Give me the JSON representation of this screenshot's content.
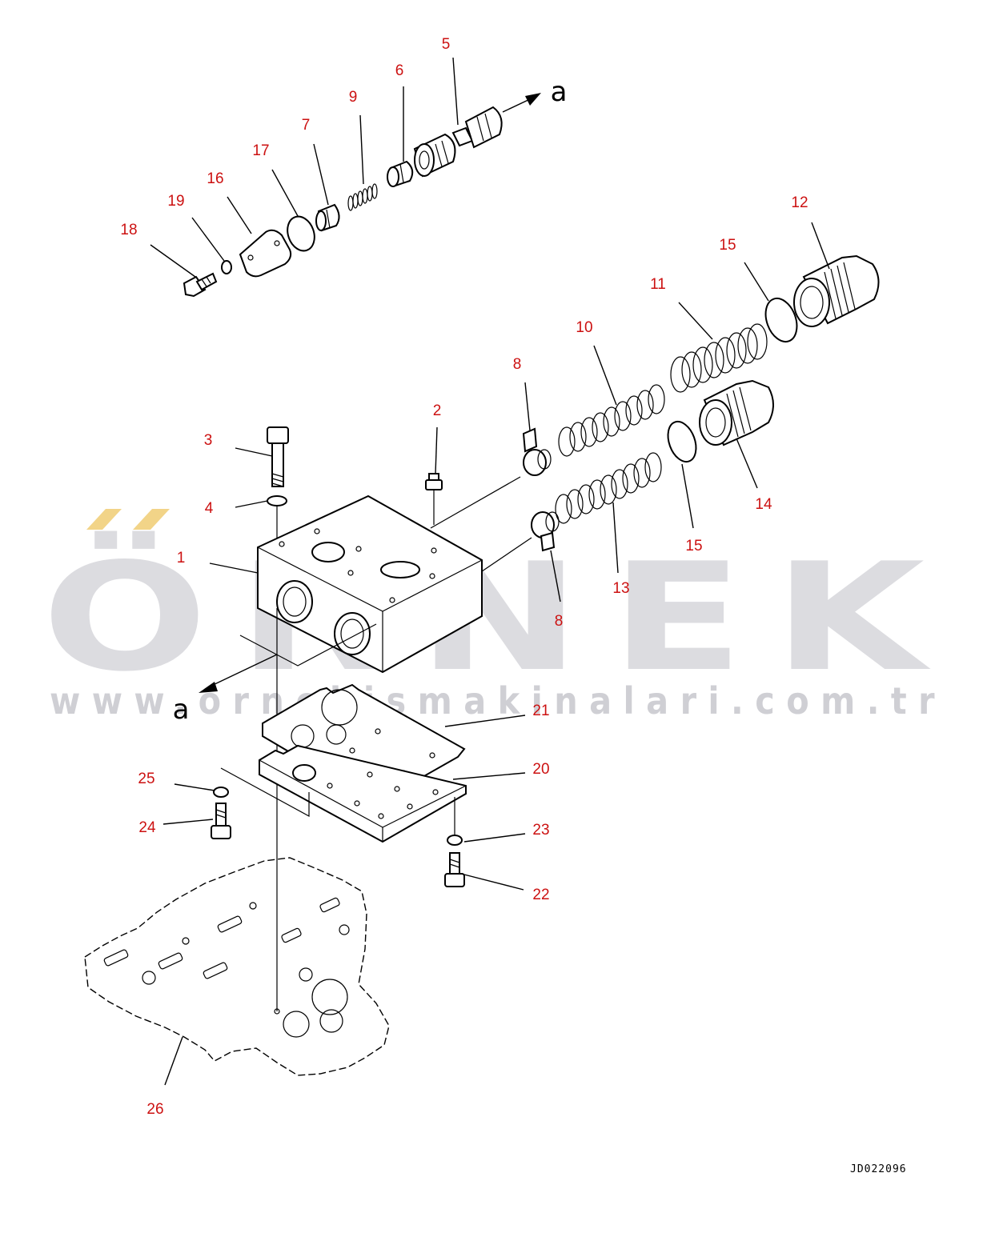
{
  "watermark": {
    "brand": "ÖRNEK",
    "url": "www.ornekismakinalari.com.tr",
    "dots_color": "#f2d488",
    "text_color": "#dcdce0"
  },
  "drawing_code": "JD022096",
  "view_letters": [
    "a",
    "a"
  ],
  "part_color": "#cc1111",
  "callouts": [
    {
      "id": "c1",
      "label": "1"
    },
    {
      "id": "c2",
      "label": "2"
    },
    {
      "id": "c3",
      "label": "3"
    },
    {
      "id": "c4",
      "label": "4"
    },
    {
      "id": "c5",
      "label": "5"
    },
    {
      "id": "c6",
      "label": "6"
    },
    {
      "id": "c7",
      "label": "7"
    },
    {
      "id": "c8a",
      "label": "8"
    },
    {
      "id": "c8b",
      "label": "8"
    },
    {
      "id": "c9",
      "label": "9"
    },
    {
      "id": "c10",
      "label": "10"
    },
    {
      "id": "c11",
      "label": "11"
    },
    {
      "id": "c12",
      "label": "12"
    },
    {
      "id": "c13",
      "label": "13"
    },
    {
      "id": "c14",
      "label": "14"
    },
    {
      "id": "c15a",
      "label": "15"
    },
    {
      "id": "c15b",
      "label": "15"
    },
    {
      "id": "c16",
      "label": "16"
    },
    {
      "id": "c17",
      "label": "17"
    },
    {
      "id": "c18",
      "label": "18"
    },
    {
      "id": "c19",
      "label": "19"
    },
    {
      "id": "c20",
      "label": "20"
    },
    {
      "id": "c21",
      "label": "21"
    },
    {
      "id": "c22",
      "label": "22"
    },
    {
      "id": "c23",
      "label": "23"
    },
    {
      "id": "c24",
      "label": "24"
    },
    {
      "id": "c25",
      "label": "25"
    },
    {
      "id": "c26",
      "label": "26"
    }
  ]
}
